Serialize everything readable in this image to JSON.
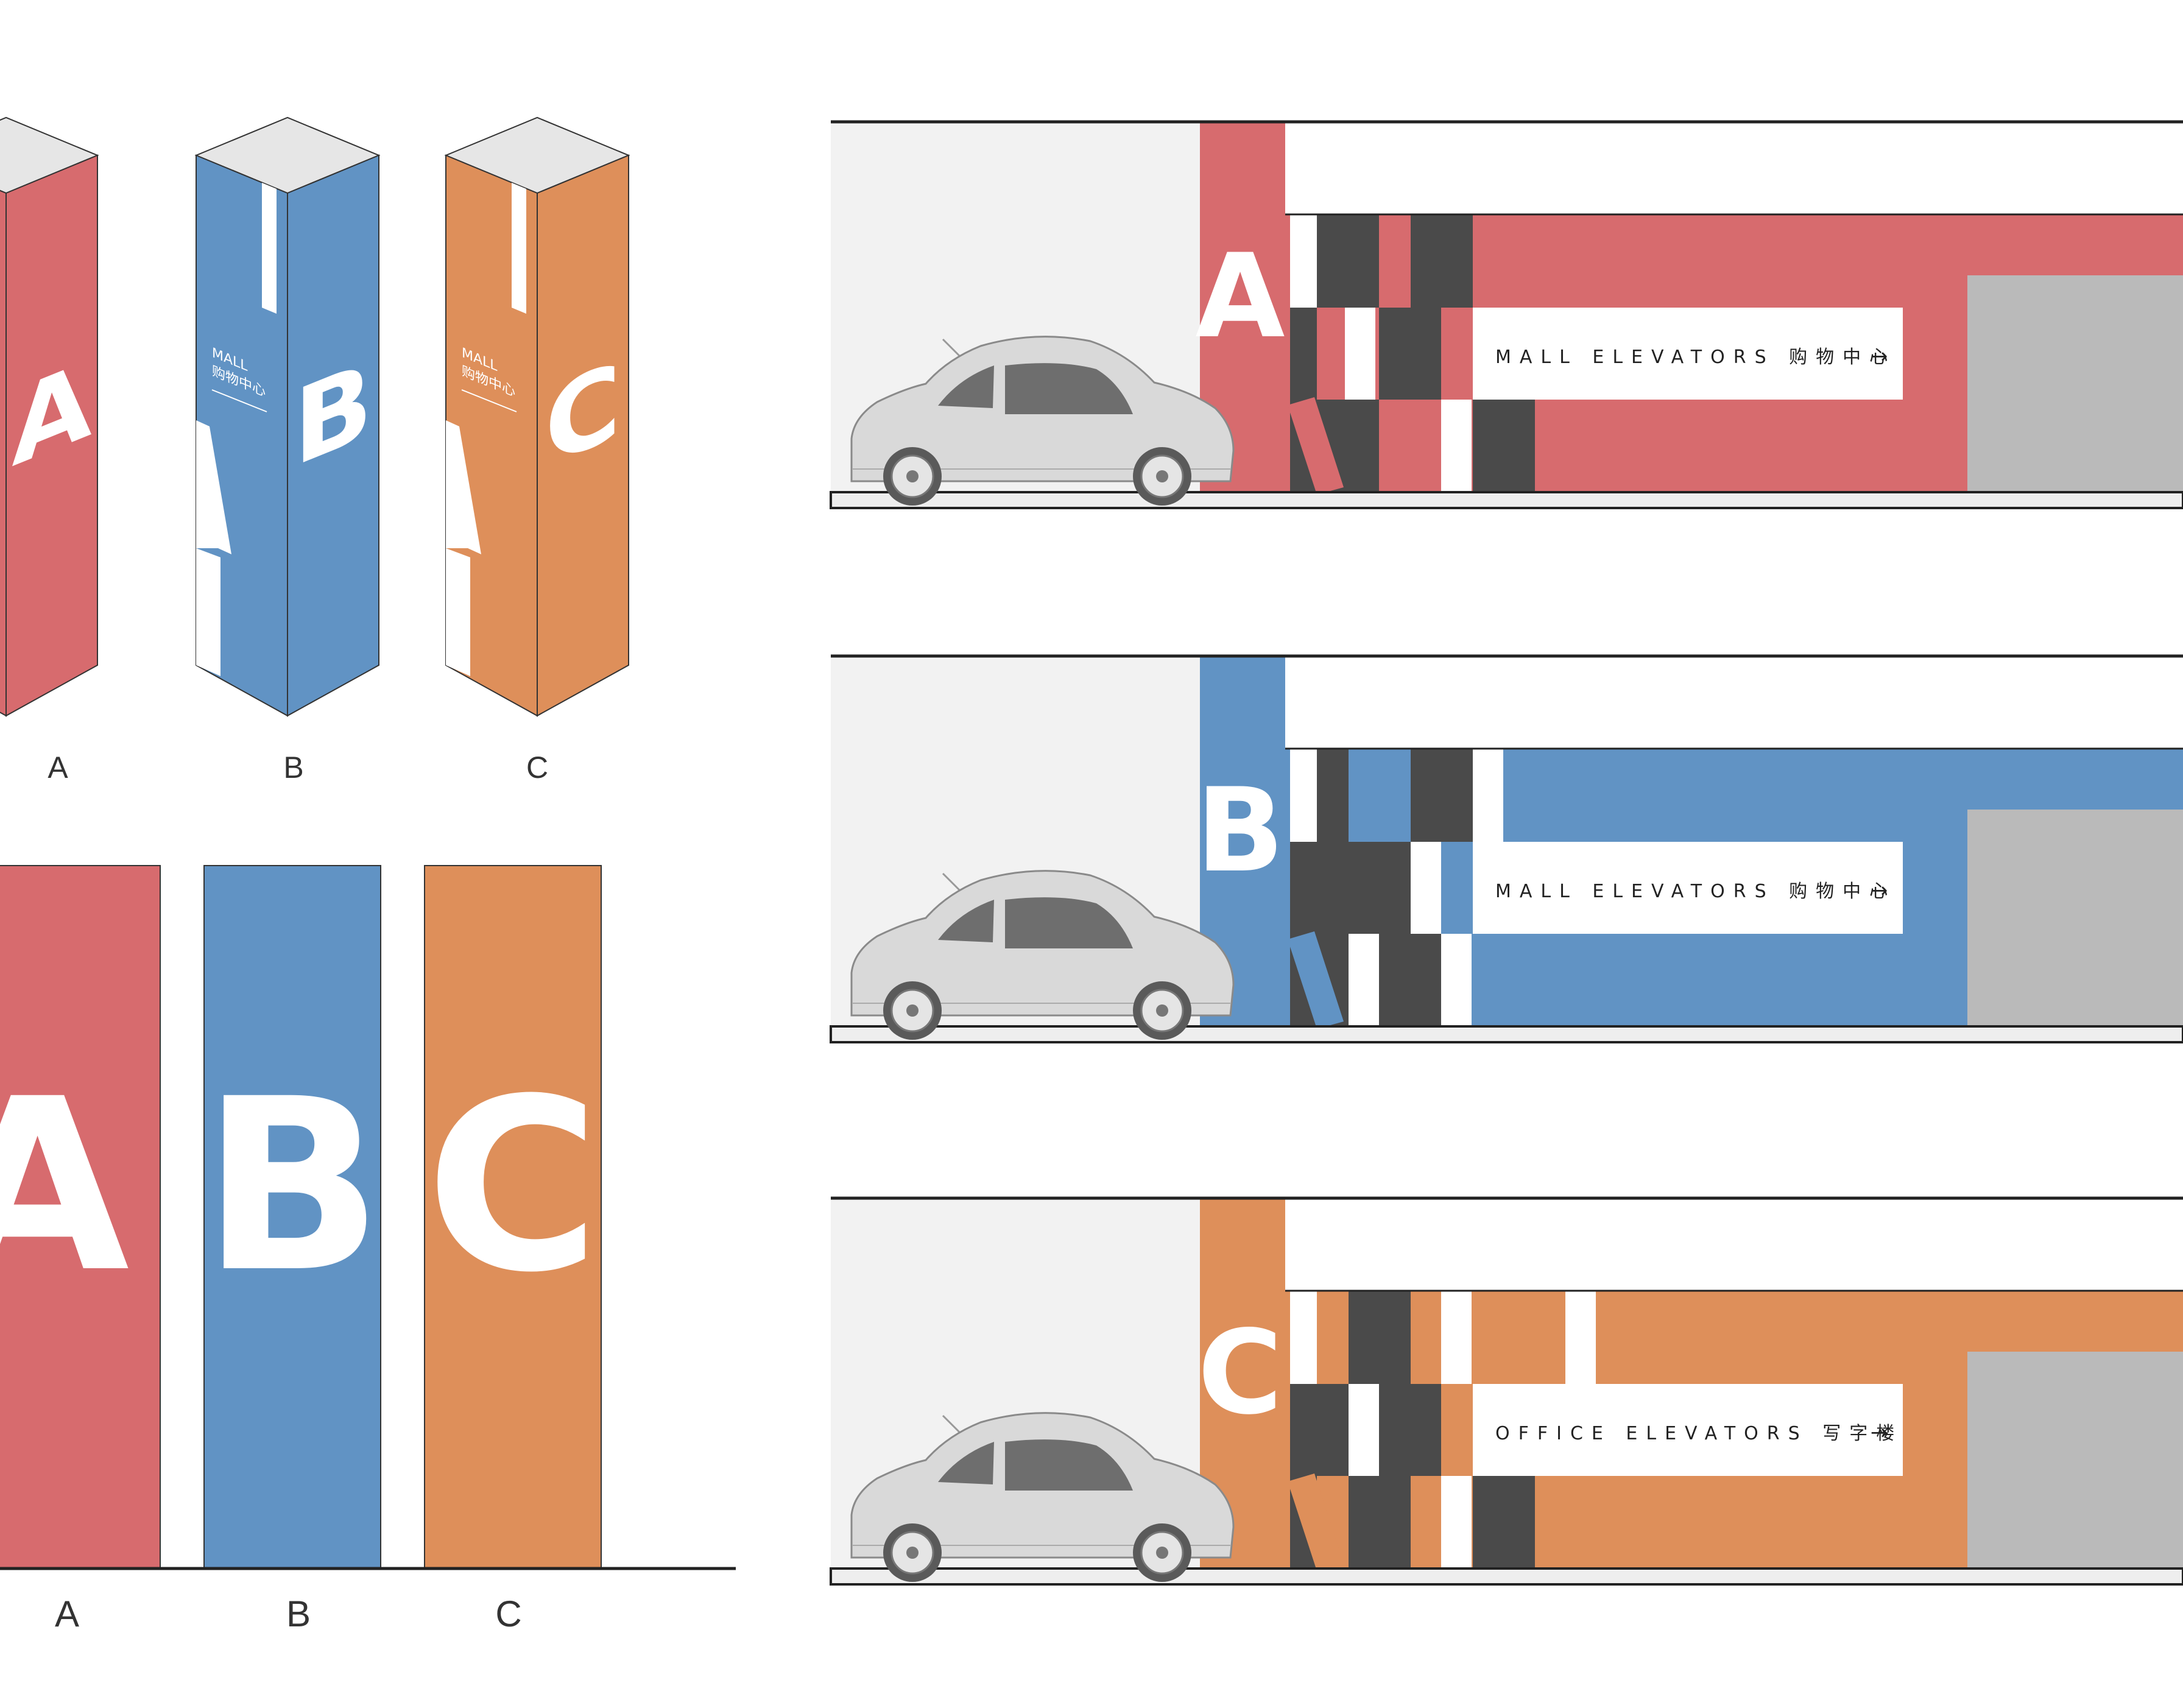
{
  "colors": {
    "red": "#d76b6e",
    "blue": "#6193c4",
    "orange": "#de8f5a",
    "dark": "#4a4a4a",
    "gray": "#bababa",
    "light": "#f2f2f2",
    "car": "#d9d9d9"
  },
  "pillars": [
    {
      "letter": "A",
      "label": "A",
      "color": "red",
      "mall": "",
      "cn": ""
    },
    {
      "letter": "B",
      "label": "B",
      "color": "blue",
      "mall": "MALL",
      "cn": "购物中心"
    },
    {
      "letter": "C",
      "label": "C",
      "color": "orange",
      "mall": "MALL",
      "cn": "购物中心"
    }
  ],
  "panels": [
    {
      "letter": "A",
      "label": "A",
      "color": "red"
    },
    {
      "letter": "B",
      "label": "B",
      "color": "blue"
    },
    {
      "letter": "C",
      "label": "C",
      "color": "orange"
    }
  ],
  "walls": [
    {
      "letter": "A",
      "color": "red",
      "sign_text": "MALL ELEVATORS",
      "sign_cn": "购物中心",
      "arrow": "→"
    },
    {
      "letter": "B",
      "color": "blue",
      "sign_text": "MALL ELEVATORS",
      "sign_cn": "购物中心",
      "arrow": "→"
    },
    {
      "letter": "C",
      "color": "orange",
      "sign_text": "OFFICE ELEVATORS",
      "sign_cn": "写字楼",
      "arrow": "→"
    }
  ]
}
